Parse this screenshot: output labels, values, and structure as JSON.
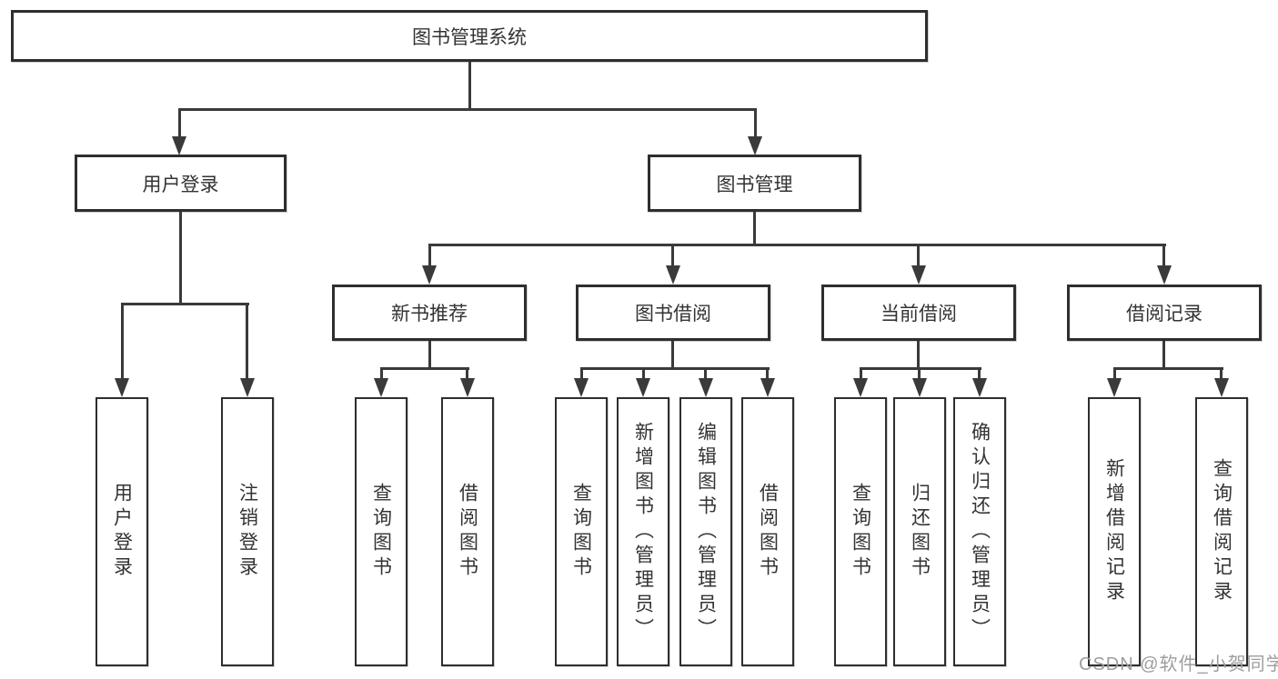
{
  "diagram": {
    "title_node": {
      "label": "图书管理系统"
    },
    "level2": [
      {
        "label": "用户登录"
      },
      {
        "label": "图书管理"
      }
    ],
    "level3": [
      {
        "label": "新书推荐",
        "parent": "图书管理"
      },
      {
        "label": "图书借阅",
        "parent": "图书管理"
      },
      {
        "label": "当前借阅",
        "parent": "图书管理"
      },
      {
        "label": "借阅记录",
        "parent": "图书管理"
      }
    ],
    "leaves": [
      {
        "label": "用户登录",
        "parent": "用户登录"
      },
      {
        "label": "注销登录",
        "parent": "用户登录"
      },
      {
        "label": "查询图书",
        "parent": "新书推荐"
      },
      {
        "label": "借阅图书",
        "parent": "新书推荐"
      },
      {
        "label": "查询图书",
        "parent": "图书借阅"
      },
      {
        "label": "新增图书（管理员）",
        "parent": "图书借阅"
      },
      {
        "label": "编辑图书（管理员）",
        "parent": "图书借阅"
      },
      {
        "label": "借阅图书",
        "parent": "图书借阅"
      },
      {
        "label": "查询图书",
        "parent": "当前借阅"
      },
      {
        "label": "归还图书",
        "parent": "当前借阅"
      },
      {
        "label": "确认归还（管理员）",
        "parent": "当前借阅"
      },
      {
        "label": "新增借阅记录",
        "parent": "借阅记录"
      },
      {
        "label": "查询借阅记录",
        "parent": "借阅记录"
      }
    ],
    "colors": {
      "line": "#3a3a3a",
      "box_border": "#2e2e2e",
      "text": "#333333",
      "watermark": "#9e9e9e"
    }
  },
  "watermark": {
    "text": "CSDN @软件_小贺同学"
  }
}
